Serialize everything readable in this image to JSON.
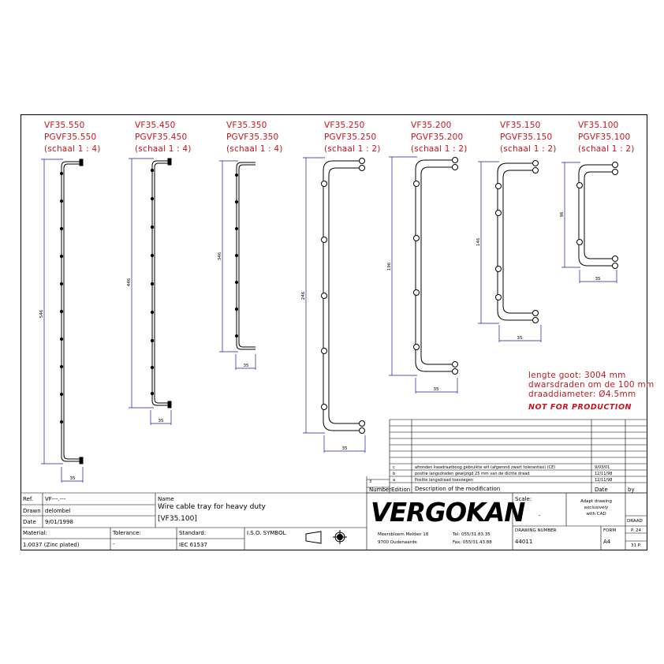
{
  "parts": [
    {
      "code": "VF35.550",
      "pcode": "PGVF35.550",
      "scale": "(schaal 1 : 4)",
      "height_dim": "546",
      "width_dim": "35"
    },
    {
      "code": "VF35.450",
      "pcode": "PGVF35.450",
      "scale": "(schaal 1 : 4)",
      "height_dim": "446",
      "width_dim": "35"
    },
    {
      "code": "VF35.350",
      "pcode": "PGVF35.350",
      "scale": "(schaal 1 : 4)",
      "height_dim": "346",
      "width_dim": "35"
    },
    {
      "code": "VF35.250",
      "pcode": "PGVF35.250",
      "scale": "(schaal 1 : 2)",
      "height_dim": "246",
      "width_dim": "35"
    },
    {
      "code": "VF35.200",
      "pcode": "PGVF35.200",
      "scale": "(schaal 1 : 2)",
      "height_dim": "196",
      "width_dim": "35"
    },
    {
      "code": "VF35.150",
      "pcode": "PGVF35.150",
      "scale": "(schaal 1 : 2)",
      "height_dim": "146",
      "width_dim": "35"
    },
    {
      "code": "VF35.100",
      "pcode": "PGVF35.100",
      "scale": "(schaal 1 : 2)",
      "height_dim": "96",
      "width_dim": "35"
    }
  ],
  "notes": {
    "length": "lengte goot: 3004 mm",
    "crosswires": "dwarsdraden om de 100 mm",
    "diameter": "draaddiameter: Ø4.5mm",
    "not_for_production": "NOT FOR PRODUCTION"
  },
  "revisions": {
    "rows": [
      {
        "letter": "c",
        "text": "afronden kwadraatboog gebruikte wit (afgerond zwart toleranties) (CE)",
        "date": "9/03/01"
      },
      {
        "letter": "b",
        "text": "positie langsdraden gewijzigd 25 mm van de dichte draad",
        "date": "12/11/98"
      },
      {
        "letter": "a",
        "text": "Positie langsdraad toevoegen",
        "date": "12/11/98"
      }
    ],
    "number_col": "3",
    "header_number": "Number",
    "header_edition": "Edition",
    "header_description": "Description of the modification",
    "header_date": "Date",
    "header_by": "by"
  },
  "titleblock": {
    "ref_label": "Ref.",
    "ref_value": "VF---.---",
    "drawn_label": "Drawn",
    "drawn_value": "delombel",
    "date_label": "Date",
    "date_value": "9/01/1998",
    "name_label": "Name",
    "name_line1": "Wire cable tray for heavy duty",
    "name_line2": "[VF35.100]",
    "material_label": "Material:",
    "material_value": "1.0037 (Zinc plated)",
    "tolerance_label": "Tolerance:",
    "tolerance_value": "-",
    "standard_label": "Standard:",
    "standard_value": "IEC 61537",
    "iso_symbol": "I.S.O. SYMBOL",
    "company": "VERGOKAN",
    "address1": "Meersbloem Melden 18",
    "address2": "9700 Oudenaarde",
    "tel": "Tel: 055/31.83.35",
    "fax": "Fax: 055/31.43.88",
    "scale_label": "Scale:",
    "scale_value": "-",
    "adapt_line1": "Adapt drawing",
    "adapt_line2": "exclusively",
    "adapt_line3": "with CAD",
    "drawing_number_label": "DRAWING NUMBER",
    "drawing_number_value": "44011",
    "form_label": "FORM",
    "form_value": "A4",
    "draad": "DRAAD",
    "page": "P. 24",
    "sheets": "31 P."
  }
}
